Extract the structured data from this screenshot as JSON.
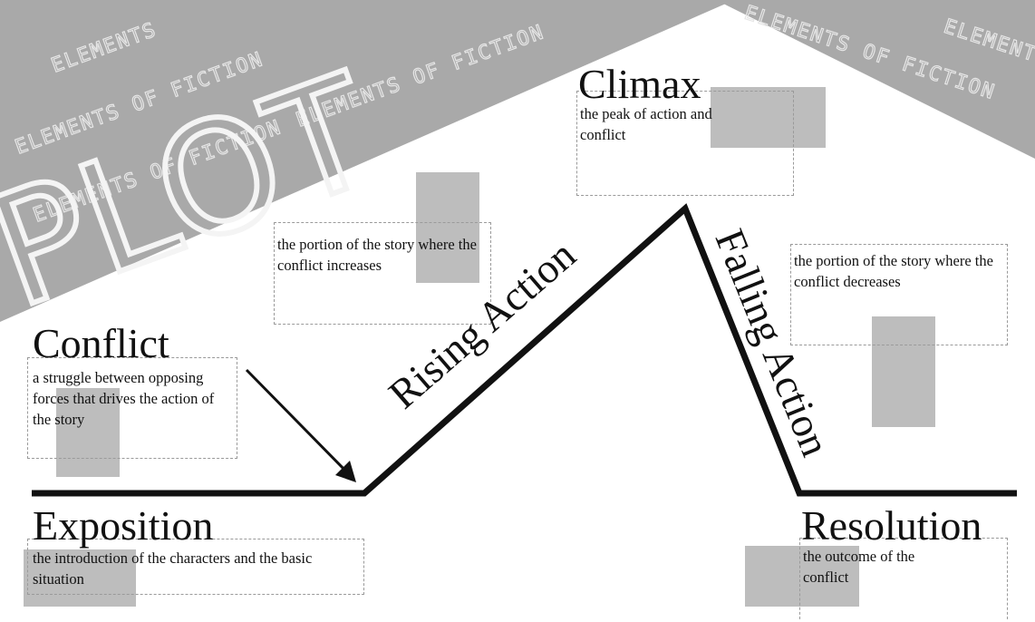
{
  "background": {
    "watermark_text": "ELEMENTS OF FICTION",
    "watermark_short": "ELEMENTS",
    "plot_title": "PLOT",
    "band_color": "#a9a9a9"
  },
  "stages": {
    "conflict": {
      "title": "Conflict",
      "description": "a struggle between opposing forces that drives the action of the story"
    },
    "exposition": {
      "title": "Exposition",
      "description": "the introduction of the characters and the basic situation"
    },
    "rising_action": {
      "title": "Rising Action",
      "description": "the portion of the story where the conflict increases"
    },
    "climax": {
      "title": "Climax",
      "description": "the peak of action and conflict"
    },
    "falling_action": {
      "title": "Falling Action",
      "description": "the portion of the story where the conflict decreases"
    },
    "resolution": {
      "title": "Resolution",
      "description": "the outcome of the conflict"
    }
  },
  "colors": {
    "line": "#111111",
    "placeholder_gray": "#bdbdbd",
    "dash_border": "#9a9a9a"
  }
}
